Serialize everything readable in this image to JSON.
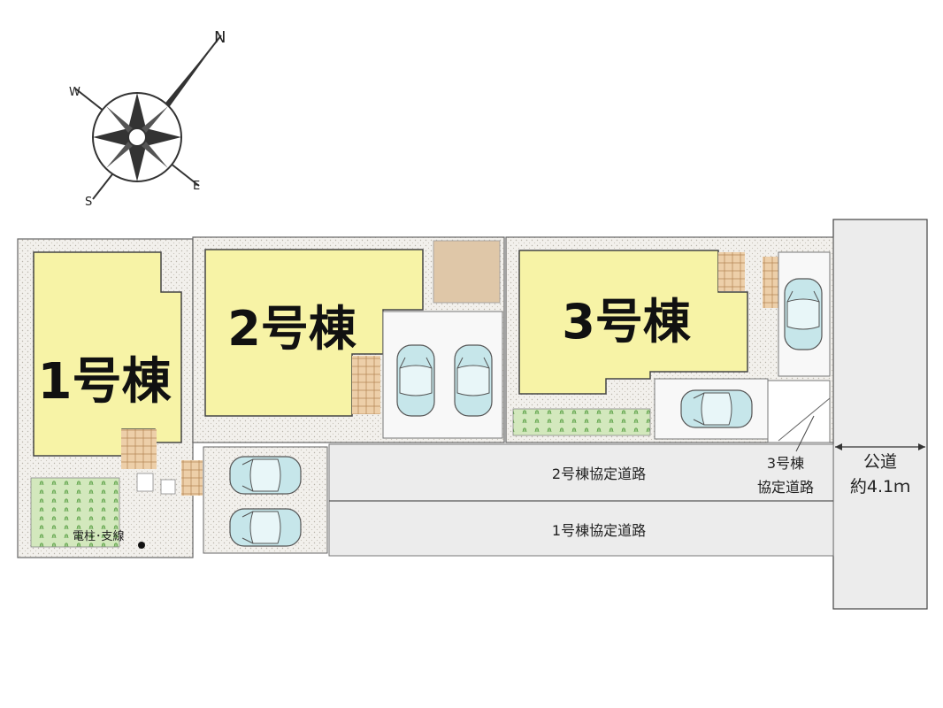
{
  "compass": {
    "north": "N",
    "south": "S",
    "east": "E",
    "west": "W"
  },
  "buildings": [
    {
      "label": "1号棟",
      "color": "#f7f3a6"
    },
    {
      "label": "2号棟",
      "color": "#f7f3a6"
    },
    {
      "label": "3号棟",
      "color": "#f7f3a6"
    }
  ],
  "roads": {
    "road2": "2号棟協定道路",
    "road1": "1号棟協定道路",
    "road3_line1": "3号棟",
    "road3_line2": "協定道路",
    "public_line1": "公道",
    "public_line2": "約4.1ｍ"
  },
  "utility_pole": "電柱･支線",
  "colors": {
    "house": "#f7f3a6",
    "lawn": "#cfe6b8",
    "gravel": "#ece9e2",
    "road": "#ececec",
    "tile": "#e8c9a5",
    "car": "#bfe3e6"
  }
}
